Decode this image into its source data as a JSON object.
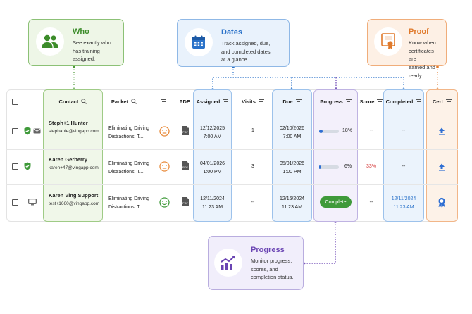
{
  "callouts": {
    "who": {
      "title": "Who",
      "desc1": "See exactly who",
      "desc2": "has training assigned."
    },
    "dates": {
      "title": "Dates",
      "desc1": "Track assigned, due,",
      "desc2": "and completed dates",
      "desc3": "at a glance."
    },
    "proof": {
      "title": "Proof",
      "desc1": "Know when",
      "desc2": "certificates are",
      "desc3": "earned and ready."
    },
    "progress": {
      "title": "Progress",
      "desc1": "Monitor progress,",
      "desc2": "scores, and",
      "desc3": "completion status."
    }
  },
  "columns": {
    "contact": "Contact",
    "packet": "Packet",
    "pdf": "PDF",
    "assigned": "Assigned",
    "visits": "Visits",
    "due": "Due",
    "progress": "Progress",
    "score": "Score",
    "completed": "Completed",
    "cert": "Cert"
  },
  "rows": [
    {
      "name": "Steph+1 Hunter",
      "email": "stephanie@vingapp.com",
      "packet1": "Eliminating Driving",
      "packet2": "Distractions: T...",
      "face": "neutral",
      "assigned_date": "12/12/2025",
      "assigned_time": "7:00 AM",
      "visits": "1",
      "due_date": "02/10/2026",
      "due_time": "7:00 AM",
      "progress": 0.18,
      "progress_label": "18%",
      "score": "--",
      "completed": "--",
      "cert": "download"
    },
    {
      "name": "Karen Gerberry",
      "email": "karen+47@vingapp.com",
      "packet1": "Eliminating Driving",
      "packet2": "Distractions: T...",
      "face": "neutral",
      "assigned_date": "04/01/2026",
      "assigned_time": "1:00 PM",
      "visits": "3",
      "due_date": "05/01/2026",
      "due_time": "1:00 PM",
      "progress": 0.06,
      "progress_label": "6%",
      "score": "33%",
      "completed": "--",
      "cert": "download"
    },
    {
      "name": "Karen Ving Support",
      "email": "test+1660@vingapp.com",
      "packet1": "Eliminating Driving",
      "packet2": "Distractions: T...",
      "face": "happy",
      "assigned_date": "12/11/2024",
      "assigned_time": "11:23 AM",
      "visits": "--",
      "due_date": "12/16/2024",
      "due_time": "11:23 AM",
      "complete_label": "Complete",
      "score": "--",
      "completed_date": "12/11/2024",
      "completed_time": "11:23 AM",
      "cert": "ribbon"
    }
  ],
  "colors": {
    "green": "#3f9a3a",
    "blue": "#2f6fd3",
    "orange": "#e88a3a",
    "purple": "#6a44b3",
    "red": "#d32f2f"
  }
}
